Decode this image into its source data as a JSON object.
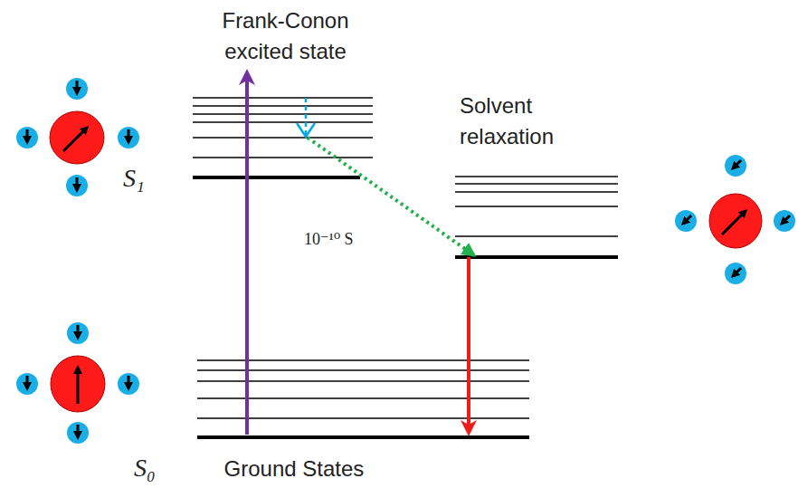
{
  "diagram": {
    "labels": [
      "Frank-Conon excited state",
      "Solvent relaxation",
      "S₁",
      "10⁻¹⁰ S",
      "S₀",
      "Ground States"
    ]
  }
}
